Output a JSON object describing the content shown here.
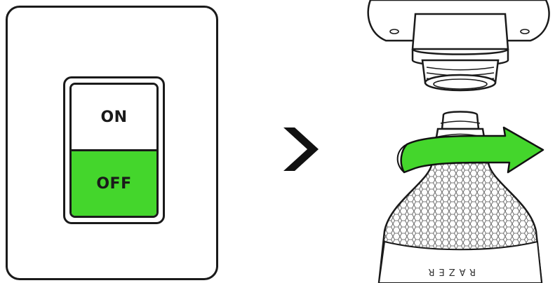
{
  "switch": {
    "on_label": "ON",
    "off_label": "OFF",
    "state": "off"
  },
  "colors": {
    "accent_green": "#44D62C",
    "outline": "#1a1a1a"
  },
  "step_icon": "chevron-right-icon",
  "device": {
    "brand_text": "RAZER",
    "action": "rotate-arrow-icon"
  }
}
